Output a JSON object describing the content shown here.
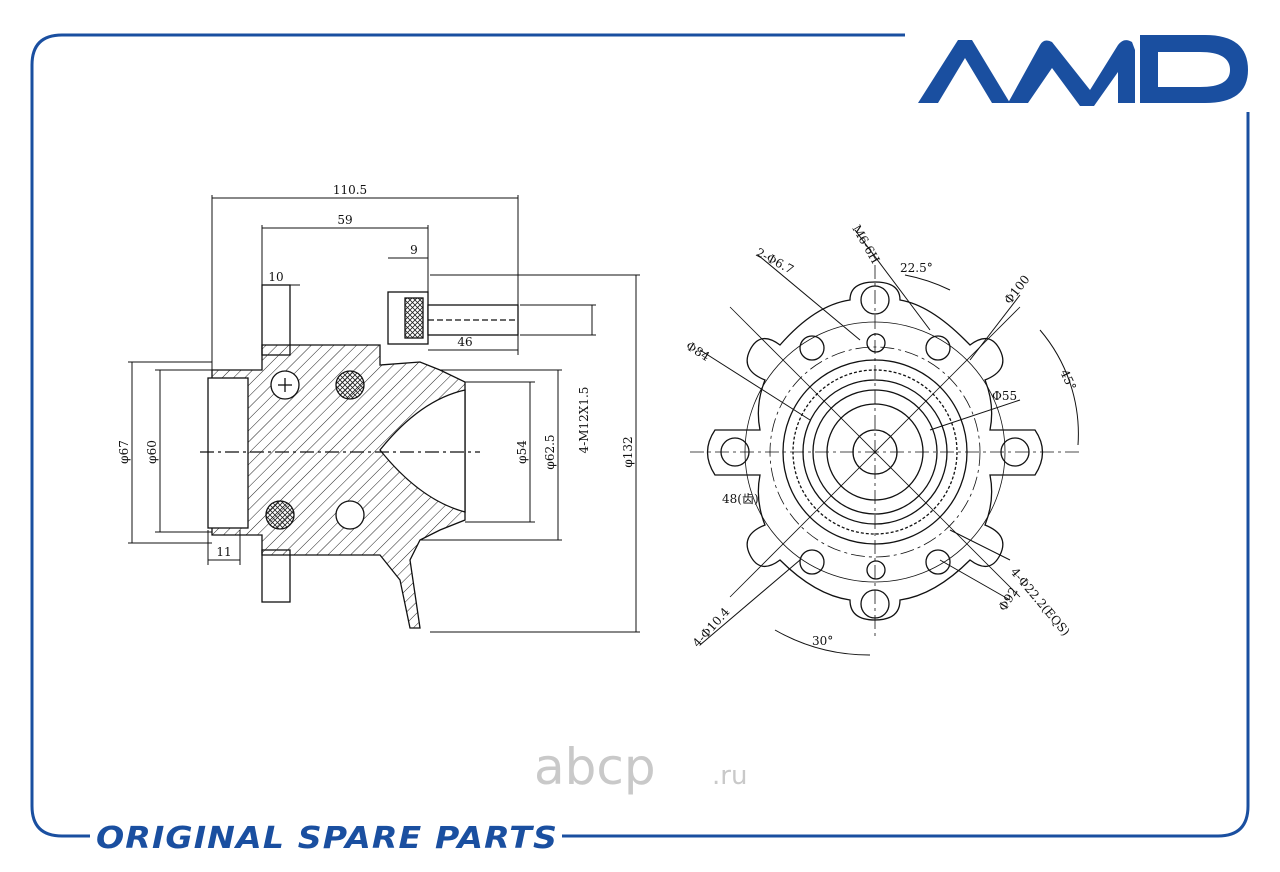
{
  "brand": {
    "logo_text": "AMD",
    "color": "#1a4fa0"
  },
  "footer": {
    "tagline": "ORIGINAL SPARE PARTS"
  },
  "watermark": {
    "name": "abcp",
    "suffix": ".ru"
  },
  "side_view": {
    "dims": {
      "overall_length": "110.5",
      "flange_to_face": "59",
      "flange_thickness": "10",
      "stud_offset": "9",
      "stud_length": "46",
      "left_step": "11",
      "dia_67": "φ67",
      "dia_60": "φ60",
      "dia_54": "φ54",
      "dia_62_5": "φ62.5",
      "thread": "4-M12X1.5",
      "dia_132": "φ132"
    }
  },
  "front_view": {
    "labels": {
      "m6": "M6-6H",
      "angle_22_5": "22.5°",
      "two_holes": "2-Φ6.7",
      "dia_100": "Φ100",
      "dia_84": "Φ84",
      "angle_45": "45°",
      "dia_55": "Φ55",
      "abs_48": "48(齿)",
      "four_10_4": "4-Φ10.4",
      "four_22_2": "4-Φ22.2(EQS)",
      "dia_92": "Φ92",
      "angle_30": "30°"
    }
  },
  "colors": {
    "frame": "#1a4fa0",
    "line": "#111111"
  }
}
